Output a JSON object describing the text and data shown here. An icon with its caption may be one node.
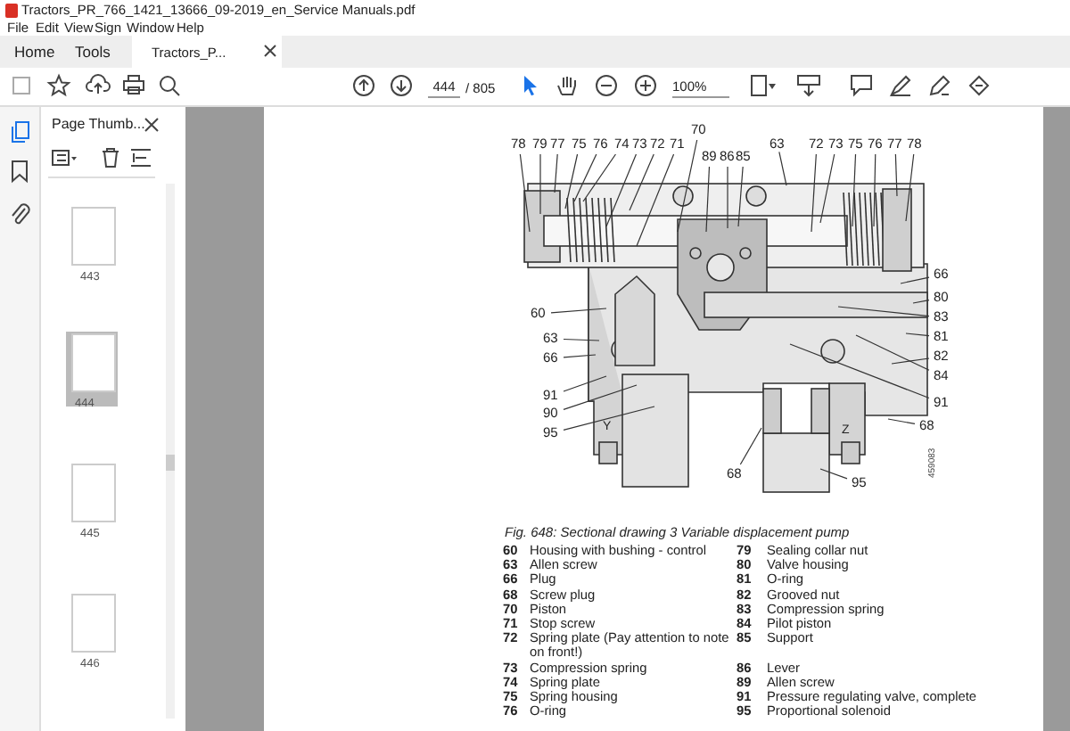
{
  "diagram": {
    "caption": "Fig. 648: Sectional drawing 3 Variable displacement pump",
    "nodes": [
      {
        "text": [
          "78"
        ]
      },
      {
        "text": [
          "79"
        ]
      },
      {
        "text": [
          "77"
        ]
      },
      {
        "text": [
          "75"
        ]
      },
      {
        "text": [
          "76"
        ]
      },
      {
        "text": [
          "74"
        ]
      },
      {
        "text": [
          "73"
        ]
      },
      {
        "text": [
          "72"
        ]
      },
      {
        "text": [
          "71"
        ]
      },
      {
        "text": [
          "70"
        ]
      },
      {
        "text": [
          "89"
        ]
      },
      {
        "text": [
          "86"
        ]
      },
      {
        "text": [
          "85"
        ]
      },
      {
        "text": [
          "63"
        ]
      },
      {
        "text": [
          "72"
        ]
      },
      {
        "text": [
          "73"
        ]
      },
      {
        "text": [
          "75"
        ]
      },
      {
        "text": [
          "76"
        ]
      },
      {
        "text": [
          "77"
        ]
      },
      {
        "text": [
          "78"
        ]
      },
      {
        "text": [
          "66"
        ]
      },
      {
        "text": [
          "80"
        ]
      },
      {
        "text": [
          "60"
        ]
      },
      {
        "text": [
          "83"
        ]
      },
      {
        "text": [
          "81"
        ]
      },
      {
        "text": [
          "63"
        ]
      },
      {
        "text": [
          "82"
        ]
      },
      {
        "text": [
          "66"
        ]
      },
      {
        "text": [
          "84"
        ]
      },
      {
        "text": [
          "91"
        ]
      },
      {
        "text": [
          "91"
        ]
      },
      {
        "text": [
          "90"
        ]
      },
      {
        "text": [
          "68"
        ]
      },
      {
        "text": [
          "95"
        ]
      },
      {
        "text": [
          "68"
        ]
      },
      {
        "text": [
          "95"
        ]
      }
    ],
    "edges": [
      {
        "from": 0,
        "to": null,
        "arrow": "none"
      },
      {
        "from": 1,
        "to": null,
        "arrow": "none"
      },
      {
        "from": 2,
        "to": null,
        "arrow": "none"
      },
      {
        "from": 3,
        "to": null,
        "arrow": "none"
      },
      {
        "from": 4,
        "to": null,
        "arrow": "none"
      },
      {
        "from": 5,
        "to": null,
        "arrow": "none"
      },
      {
        "from": 6,
        "to": null,
        "arrow": "none"
      },
      {
        "from": 7,
        "to": null,
        "arrow": "none"
      },
      {
        "from": 8,
        "to": null,
        "arrow": "none"
      },
      {
        "from": 9,
        "to": null,
        "arrow": "none"
      },
      {
        "from": 10,
        "to": null,
        "arrow": "none"
      },
      {
        "from": 11,
        "to": null,
        "arrow": "none"
      },
      {
        "from": 12,
        "to": null,
        "arrow": "none"
      },
      {
        "from": 13,
        "to": null,
        "arrow": "none"
      },
      {
        "from": 14,
        "to": null,
        "arrow": "none"
      },
      {
        "from": 15,
        "to": null,
        "arrow": "none"
      },
      {
        "from": 16,
        "to": null,
        "arrow": "none"
      },
      {
        "from": 17,
        "to": null,
        "arrow": "none"
      },
      {
        "from": 18,
        "to": null,
        "arrow": "none"
      },
      {
        "from": 19,
        "to": null,
        "arrow": "none"
      },
      {
        "from": 20,
        "to": null,
        "arrow": "none"
      },
      {
        "from": 21,
        "to": null,
        "arrow": "none"
      },
      {
        "from": 22,
        "to": null,
        "arrow": "none"
      },
      {
        "from": 23,
        "to": null,
        "arrow": "none"
      },
      {
        "from": 24,
        "to": null,
        "arrow": "none"
      },
      {
        "from": 25,
        "to": null,
        "arrow": "none"
      },
      {
        "from": 26,
        "to": null,
        "arrow": "none"
      },
      {
        "from": 27,
        "to": null,
        "arrow": "none"
      },
      {
        "from": 28,
        "to": null,
        "arrow": "none"
      },
      {
        "from": 29,
        "to": null,
        "arrow": "none"
      },
      {
        "from": 30,
        "to": null,
        "arrow": "none"
      },
      {
        "from": 31,
        "to": null,
        "arrow": "none"
      },
      {
        "from": 32,
        "to": null,
        "arrow": "none"
      },
      {
        "from": 33,
        "to": null,
        "arrow": "none"
      },
      {
        "from": 34,
        "to": null,
        "arrow": "none"
      },
      {
        "from": 35,
        "to": null,
        "arrow": "none"
      }
    ],
    "labels": [
      "Tractors_PR_766_1421_13666_09-2019_en_Service Manuals.pdf",
      "File",
      "Edit",
      "View",
      "Sign",
      "Window",
      "Help",
      "Home",
      "Tools",
      "Tractors_P...",
      "444",
      "/ 805",
      "100%",
      "Page Thumb...",
      "443",
      "444",
      "445",
      "446",
      "Y",
      "Z",
      "459083",
      "60",
      "Housing with bushing - control",
      "79",
      "Sealing collar nut",
      "63",
      "Allen screw",
      "80",
      "Valve housing",
      "66",
      "Plug",
      "81",
      "O-ring",
      "68",
      "Screw plug",
      "82",
      "Grooved nut",
      "70",
      "Piston",
      "83",
      "Compression spring",
      "71",
      "Stop screw",
      "84",
      "Pilot piston",
      "72",
      "Spring plate (Pay attention to note on front!)",
      "85",
      "Support",
      "73",
      "Compression spring",
      "86",
      "Lever",
      "74",
      "Spring plate",
      "89",
      "Allen screw",
      "75",
      "Spring housing",
      "91",
      "Pressure regulating valve, complete",
      "76",
      "O-ring",
      "95",
      "Proportional solenoid"
    ]
  }
}
